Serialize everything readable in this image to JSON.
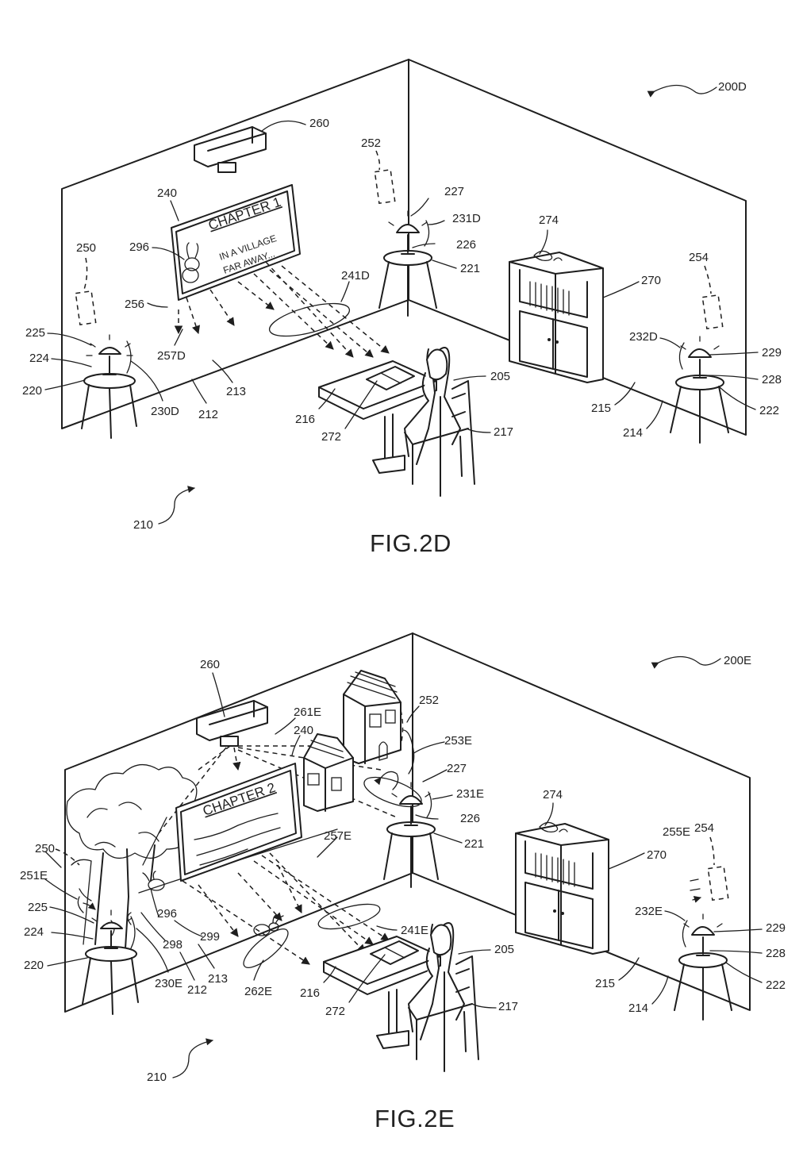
{
  "figures": [
    {
      "caption": "FIG.2D",
      "labels": {
        "fig": "200D",
        "projector": "260",
        "screen": "240",
        "sensor_left": "250",
        "sensor_mid": "252",
        "sensor_right": "254",
        "rabbit": "296",
        "lamp_mid": "227",
        "lamp_mid_light": "231D",
        "bulb_mid": "226",
        "table_mid": "221",
        "proj_light": "241D",
        "bookcase_item": "274",
        "bookcase": "270",
        "lamp_right_light": "232D",
        "bulb_right": "229",
        "lamp_right_base": "228",
        "table_right": "222",
        "floor_right": "215",
        "wall_right": "214",
        "projection": "256",
        "projection_light": "257D",
        "lamp_left": "225",
        "bulb_left": "224",
        "table_left": "220",
        "lamp_left_light": "230D",
        "wall_left": "212",
        "floor_left": "213",
        "desk": "216",
        "book": "272",
        "child": "205",
        "chair": "217",
        "room": "210"
      },
      "screen_text": {
        "title": "CHAPTER 1",
        "line1": "IN A VILLAGE",
        "line2": "FAR AWAY..."
      }
    },
    {
      "caption": "FIG.2E",
      "labels": {
        "fig": "200E",
        "projector": "260",
        "proj_beam": "261E",
        "screen": "240",
        "sensor_mid": "252",
        "sensor_mid_light": "253E",
        "lamp_mid": "227",
        "lamp_mid_light": "231E",
        "bulb_mid": "226",
        "table_mid": "221",
        "bookcase_item": "274",
        "sensor_right_light": "255E",
        "sensor_right": "254",
        "bookcase": "270",
        "projection_light": "257E",
        "sensor_left": "250",
        "sensor_left_light": "251E",
        "proj_light": "241E",
        "lamp_left": "225",
        "rabbit": "296",
        "lamp_right_light": "232E",
        "bulb_right": "229",
        "bulb_left": "224",
        "rabbit_path": "298",
        "rabbit_shadow": "299",
        "lamp_right_base": "228",
        "table_left": "220",
        "lamp_left_light": "230E",
        "wall_left": "212",
        "floor_left": "213",
        "floor_light": "262E",
        "desk": "216",
        "child": "205",
        "floor_right": "215",
        "table_right": "222",
        "wall_right": "214",
        "chair": "217",
        "book": "272",
        "room": "210"
      },
      "screen_text": {
        "title": "CHAPTER 2"
      }
    }
  ]
}
